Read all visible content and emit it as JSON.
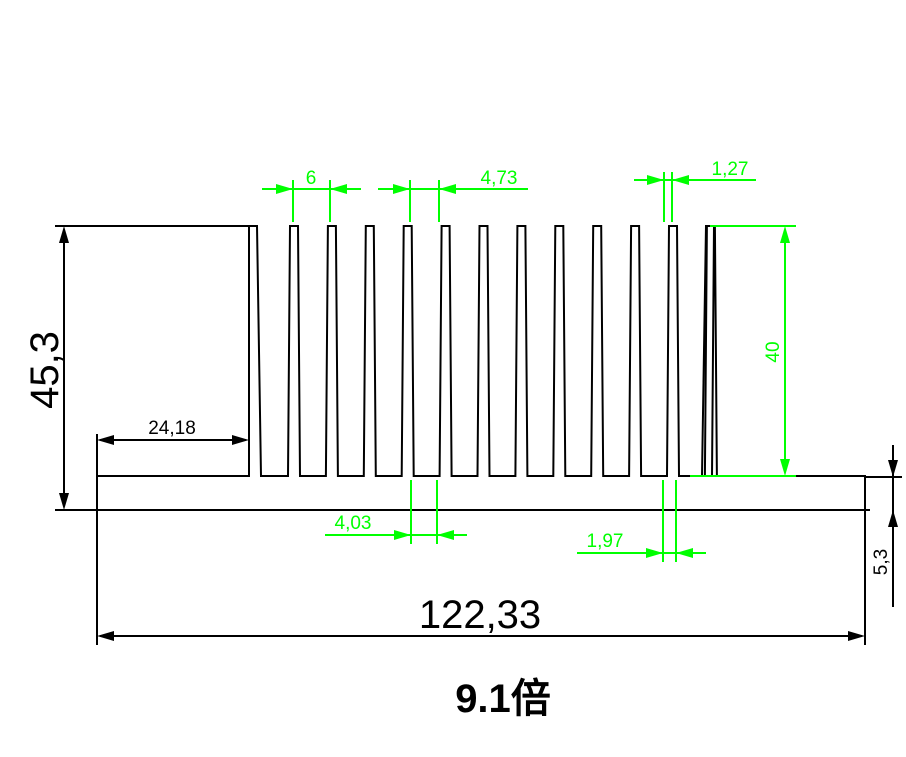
{
  "colors": {
    "outline": "#000000",
    "dimension_green": "#00ff00",
    "background": "#ffffff"
  },
  "dimensions": {
    "total_height": "45,3",
    "left_offset": "24,18",
    "fin_pitch": "6",
    "fin_gap": "4,73",
    "fin_tip_thickness": "1,27",
    "fin_height": "40",
    "fin_root_gap": "4,03",
    "fin_root_thickness": "1,97",
    "base_thickness": "5,3",
    "total_width": "122,33"
  },
  "caption": "9.1倍",
  "profile": {
    "fin_count": 13
  }
}
